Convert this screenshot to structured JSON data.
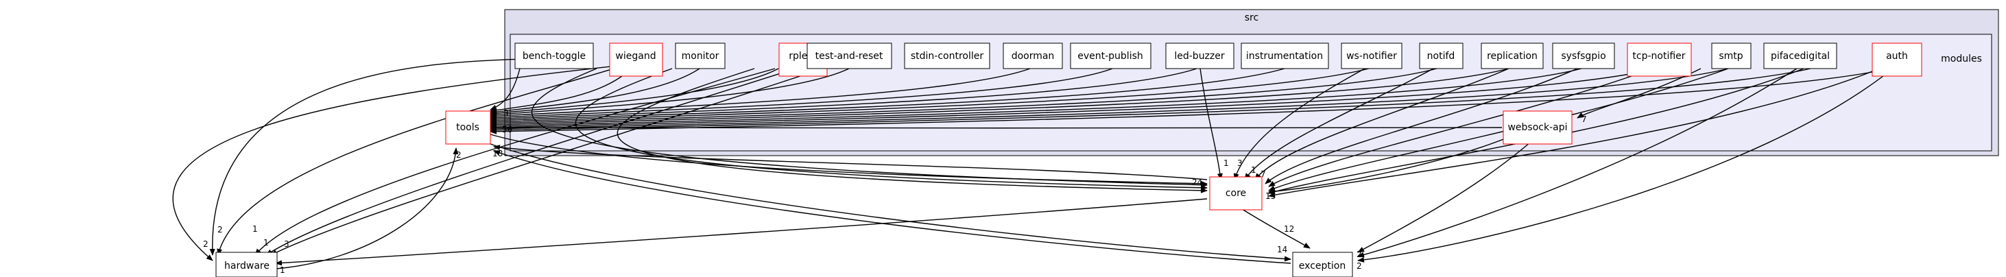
{
  "colors": {
    "outer_cluster_fill": "#dedeee",
    "inner_cluster_fill": "#ebebfa",
    "cluster_stroke": "#000000",
    "node_fill": "#ffffff",
    "node_stroke_plain": "#000000",
    "node_stroke_highlight": "#ff0000",
    "edge": "#000000"
  },
  "clusters": {
    "src": "src",
    "modules": "modules"
  },
  "nodes": {
    "bench_toggle": "bench-toggle",
    "wiegand": "wiegand",
    "monitor": "monitor",
    "rpleth": "rpleth",
    "test_and_reset": "test-and-reset",
    "stdin_controller": "stdin-controller",
    "doorman": "doorman",
    "event_publish": "event-publish",
    "led_buzzer": "led-buzzer",
    "instrumentation": "instrumentation",
    "ws_notifier": "ws-notifier",
    "notifd": "notifd",
    "replication": "replication",
    "sysfsgpio": "sysfsgpio",
    "tcp_notifier": "tcp-notifier",
    "smtp": "smtp",
    "pifacedigital": "pifacedigital",
    "auth": "auth",
    "tools": "tools",
    "websock_api": "websock-api",
    "core": "core",
    "hardware": "hardware",
    "exception": "exception"
  },
  "edge_labels": {
    "tools_in_a": "3",
    "tools_in_b": "56",
    "tools_core_count": "18",
    "core_to_tools": "2",
    "core_from_led_buzzer": "1",
    "core_from_modules": "3",
    "core_from_ws": "1",
    "core_from_tcp": "7",
    "core_left": "24",
    "core_right": "15",
    "websock_from_tcp": "7",
    "exception_from_core": "12",
    "exception_from_tools": "14",
    "exception_right_a": "2",
    "exception_right_b": "2",
    "hardware_left": "2",
    "hardware_right": "1",
    "hardware_from_core": "1",
    "hw_in_a": "2",
    "hw_in_b": "1",
    "hw_in_c": "3"
  }
}
